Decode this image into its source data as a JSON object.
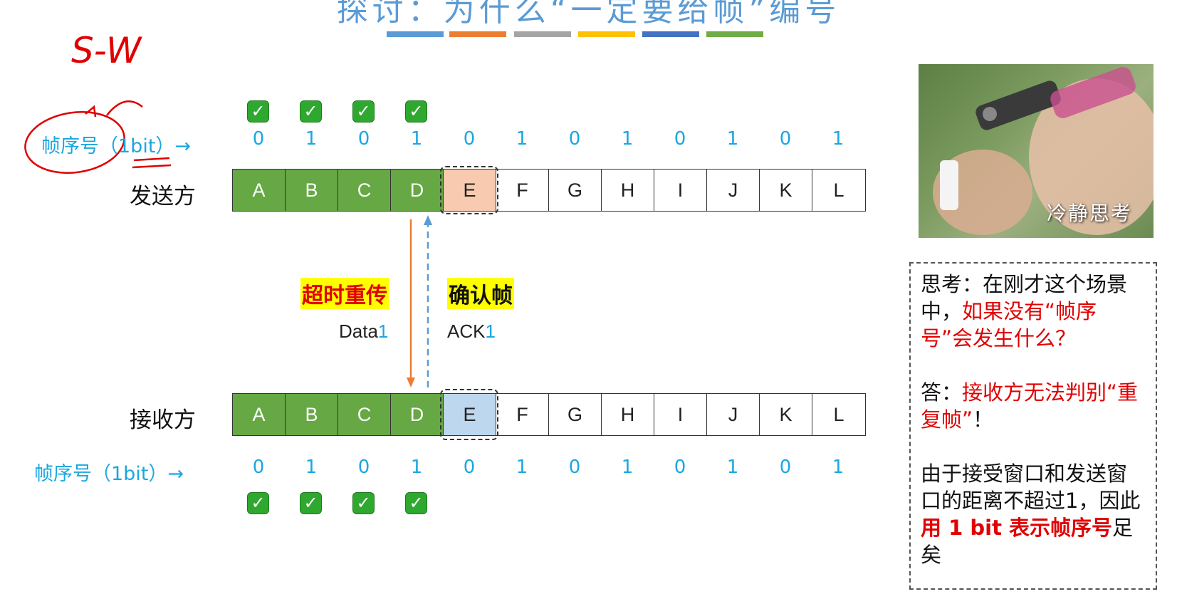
{
  "title": "探讨：为什么“一定要给帧”编号",
  "accent_colors": [
    "#5b9bd5",
    "#ed7d31",
    "#a5a5a5",
    "#ffc000",
    "#4472c4",
    "#70ad47"
  ],
  "handwriting": {
    "note": "S-W"
  },
  "seq_label_top": "帧序号（1bit）→",
  "seq_label_bottom": "帧序号（1bit）→",
  "seq_numbers": [
    "0",
    "1",
    "0",
    "1",
    "0",
    "1",
    "0",
    "1",
    "0",
    "1",
    "0",
    "1"
  ],
  "check_mark": "✓",
  "confirmed_frames": 4,
  "sender": {
    "label": "发送方",
    "frames": [
      "A",
      "B",
      "C",
      "D",
      "E",
      "F",
      "G",
      "H",
      "I",
      "J",
      "K",
      "L"
    ],
    "current_index": 4,
    "current_color": "#f8cbb0"
  },
  "receiver": {
    "label": "接收方",
    "frames": [
      "A",
      "B",
      "C",
      "D",
      "E",
      "F",
      "G",
      "H",
      "I",
      "J",
      "K",
      "L"
    ],
    "current_index": 4,
    "current_color": "#bdd7ee"
  },
  "timeout_label": "超时重传",
  "ack_label": "确认帧",
  "data_msg": {
    "text": "Data",
    "num": "1"
  },
  "ack_msg": {
    "text": "ACK",
    "num": "1"
  },
  "photo_caption": "冷静思考",
  "think": {
    "q_prefix": "思考：在刚才这个场景中，",
    "q_red": "如果没有“帧序号”会发生什么？",
    "a_prefix": "答：",
    "a_red": "接收方无法判别“重复帧”",
    "a_suffix": "！",
    "e_prefix": "由于接受窗口和发送窗口的距离不超过1，因此",
    "e_red": "用 1 bit 表示帧序号",
    "e_suffix": "足矣"
  }
}
